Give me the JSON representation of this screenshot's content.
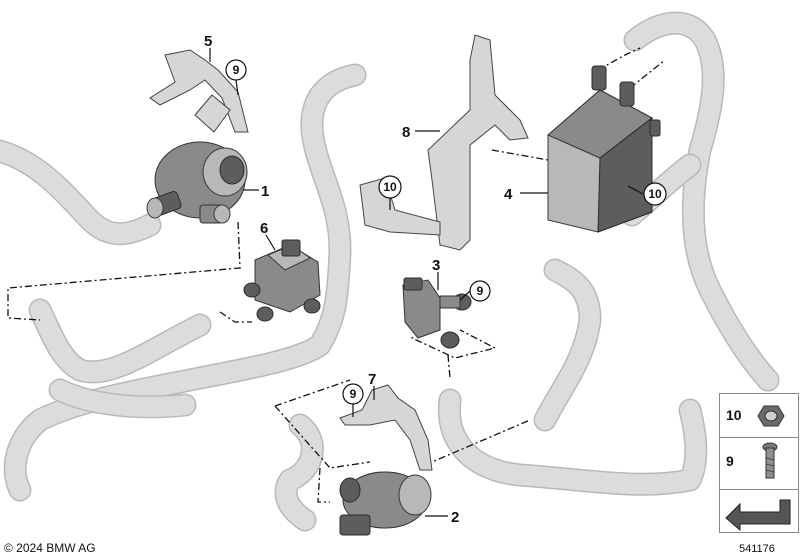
{
  "callouts": [
    {
      "id": "1",
      "label": "1"
    },
    {
      "id": "2",
      "label": "2"
    },
    {
      "id": "3",
      "label": "3"
    },
    {
      "id": "4",
      "label": "4"
    },
    {
      "id": "5",
      "label": "5"
    },
    {
      "id": "6",
      "label": "6"
    },
    {
      "id": "7",
      "label": "7"
    },
    {
      "id": "8",
      "label": "8"
    }
  ],
  "circled_callouts": {
    "nine_a": "9",
    "nine_b": "9",
    "nine_c": "9",
    "ten_a": "10",
    "ten_b": "10"
  },
  "legend": {
    "nut_label": "10",
    "bolt_label": "9"
  },
  "footer": {
    "copyright": "© 2024 BMW AG",
    "doc_number": "541176"
  }
}
